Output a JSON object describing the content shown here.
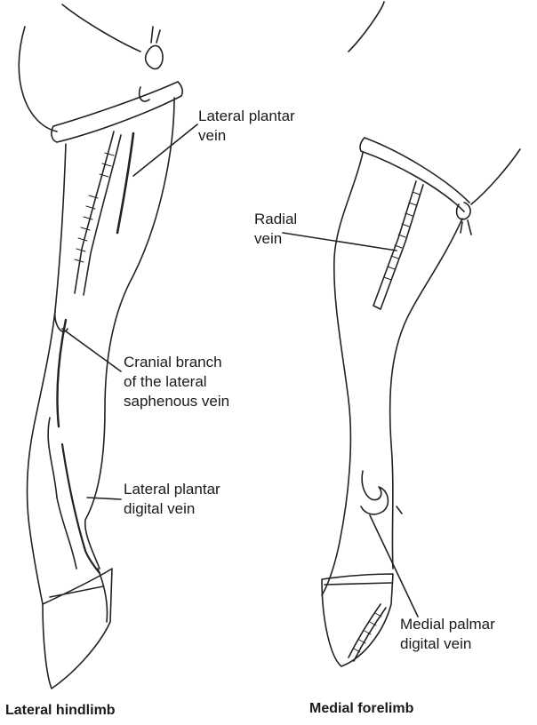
{
  "labels": {
    "lateral_plantar_vein": [
      "Lateral plantar",
      "vein"
    ],
    "radial_vein": [
      "Radial",
      "vein"
    ],
    "cranial_branch": [
      "Cranial branch",
      "of the lateral",
      "saphenous vein"
    ],
    "lateral_plantar_digital_vein": [
      "Lateral plantar",
      "digital vein"
    ],
    "medial_palmar_digital_vein": [
      "Medial palmar",
      "digital vein"
    ]
  },
  "captions": {
    "left": "Lateral hindlimb",
    "right": "Medial forelimb"
  }
}
